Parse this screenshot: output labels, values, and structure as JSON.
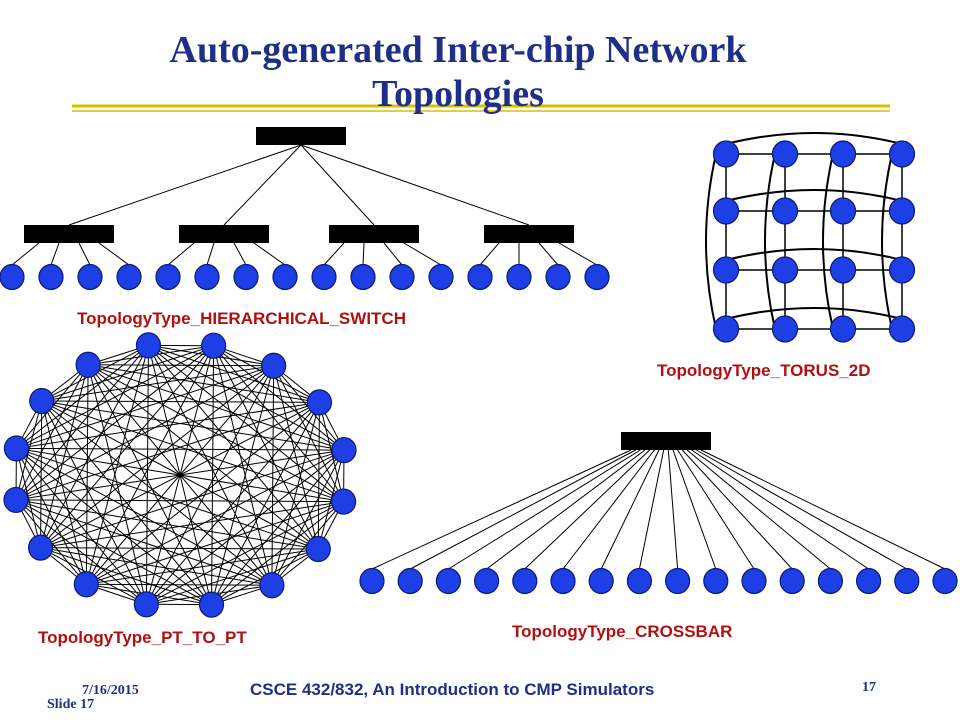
{
  "slide": {
    "title_line1": "Auto-generated Inter-chip Network",
    "title_line2": "Topologies",
    "footer": {
      "date": "7/16/2015",
      "course": "CSCE 432/832, An Introduction to CMP Simulators",
      "page_number": "17",
      "slide_label": "Slide 17"
    }
  },
  "diagrams": {
    "hierarchical": {
      "label": "TopologyType_HIERARCHICAL_SWITCH",
      "switch_groups": 4,
      "nodes_per_switch": 4
    },
    "torus": {
      "label": "TopologyType_TORUS_2D",
      "rows": 4,
      "cols": 4
    },
    "pt_to_pt": {
      "label": "TopologyType_PT_TO_PT",
      "nodes": 16
    },
    "crossbar": {
      "label": "TopologyType_CROSSBAR",
      "nodes": 16
    }
  },
  "colors": {
    "title": "#1f2f87",
    "label": "#b01010",
    "node_fill": "#1f3fe6",
    "switch_fill": "#000000",
    "title_rule": "#d6c000"
  }
}
